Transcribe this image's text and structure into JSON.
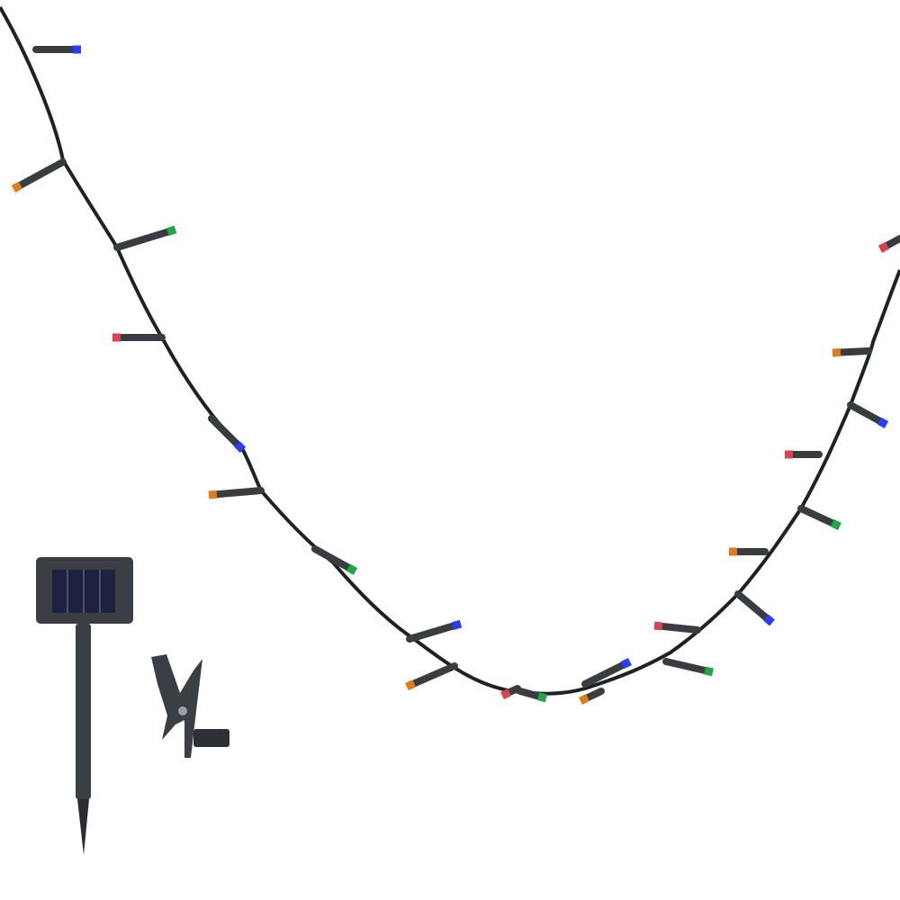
{
  "scene": {
    "subject": "solar-string-lights",
    "background_color": "#ffffff",
    "wire_color": "#1f2224",
    "socket_color": "#3a3d40",
    "led_colors": {
      "blue": "#2b3cff",
      "orange": "#e07a1e",
      "green": "#1fa84a",
      "red": "#d8434f"
    },
    "led_sequence": [
      "blue",
      "orange",
      "green",
      "red",
      "blue",
      "orange",
      "green",
      "blue",
      "orange",
      "red",
      "green",
      "blue",
      "orange",
      "green",
      "red",
      "blue",
      "orange",
      "green",
      "red",
      "blue",
      "orange",
      "red"
    ],
    "accessories": [
      "solar-panel-stake",
      "mounting-clip"
    ],
    "panel_color": "#1c2240",
    "housing_color": "#3b3e42"
  }
}
